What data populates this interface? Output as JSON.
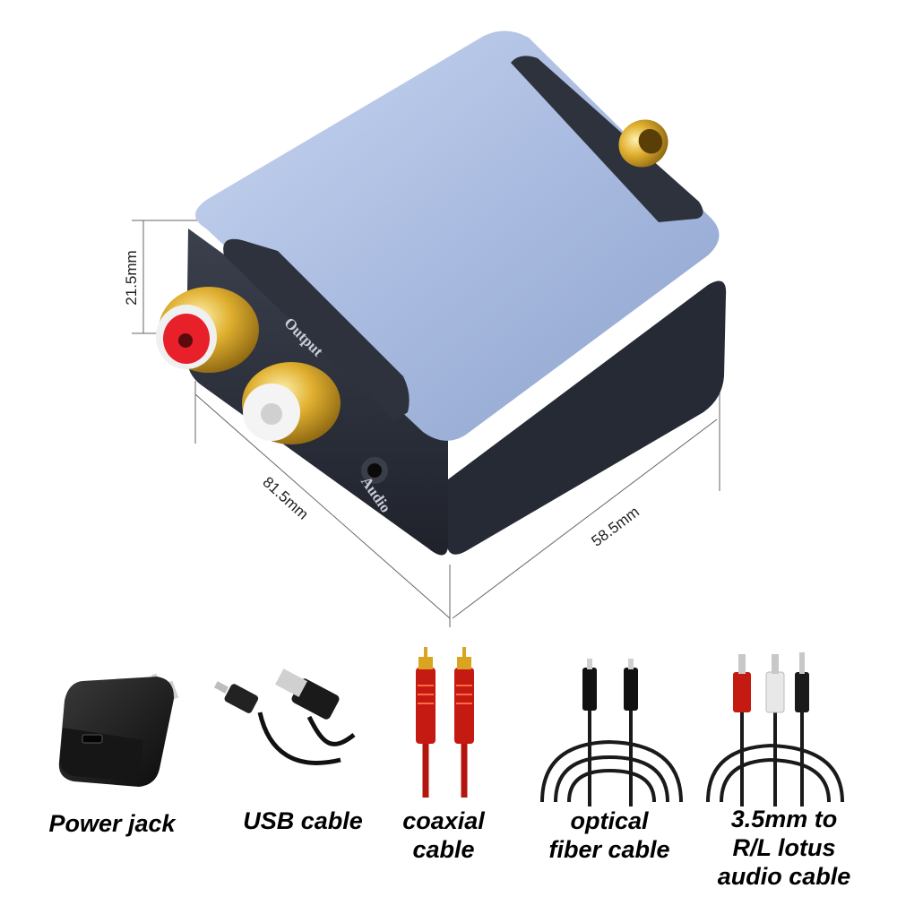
{
  "dimensions": {
    "height": "21.5mm",
    "length": "81.5mm",
    "width": "58.5mm"
  },
  "device": {
    "port_labels": {
      "output": "Output",
      "audio": "Audio"
    }
  },
  "accessories": [
    {
      "name": "power-jack",
      "caption": "Power jack"
    },
    {
      "name": "usb-cable",
      "caption": "USB cable"
    },
    {
      "name": "coaxial-cable",
      "caption": "coaxial\ncable"
    },
    {
      "name": "optical-fiber-cable",
      "caption": "optical\nfiber cable"
    },
    {
      "name": "audio-cable",
      "caption": "3.5mm to\nR/L lotus\naudio cable"
    }
  ],
  "colors": {
    "body_top": "#a9bbe0",
    "body_side": "#2b2f3a",
    "gold": "#d9a521",
    "rca_red": "#e8202a",
    "cable_red": "#b3160f"
  }
}
